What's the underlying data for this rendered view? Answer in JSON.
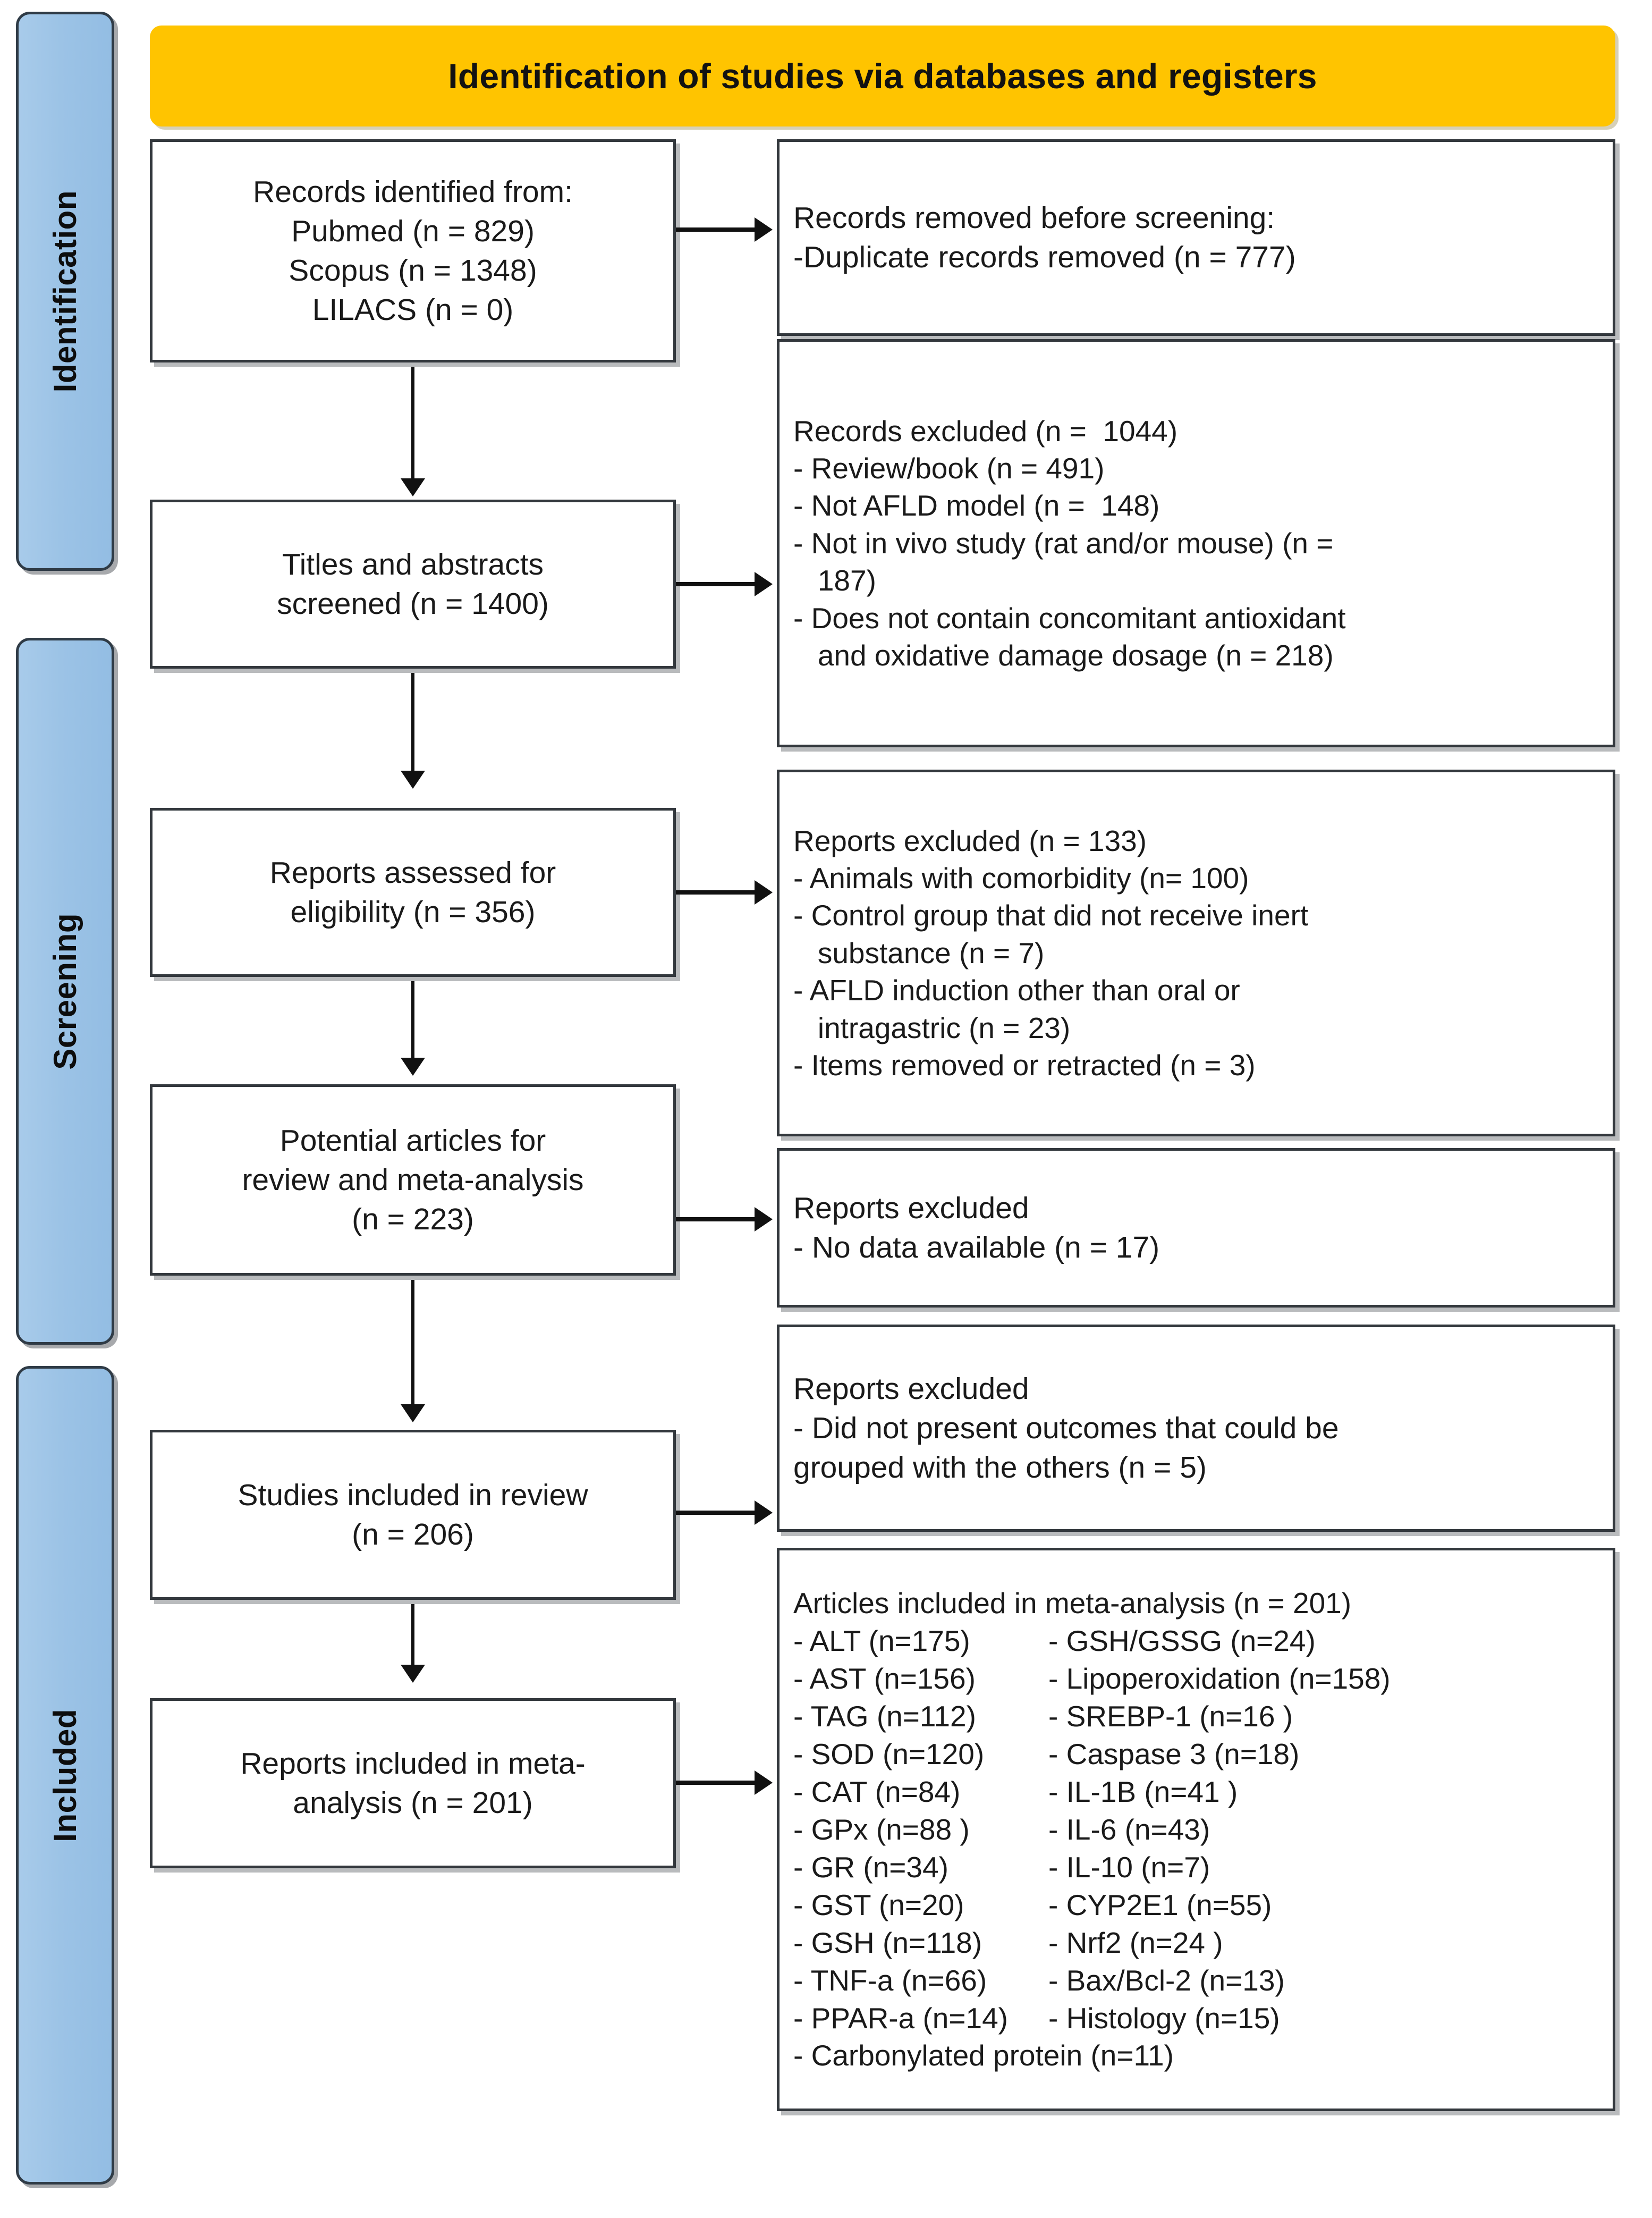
{
  "diagram": {
    "type": "prisma-flow-diagram",
    "banner": {
      "title": "Identification of studies via databases and registers"
    },
    "colors": {
      "banner_background": "#FFC400",
      "stage_bar_background": "#9CC3E6",
      "box_border": "#33383D",
      "text": "#1A1A1A"
    },
    "stages": [
      {
        "key": "identification",
        "label": "Identification"
      },
      {
        "key": "screening",
        "label": "Screening"
      },
      {
        "key": "included",
        "label": "Included"
      }
    ],
    "left_boxes": [
      {
        "key": "records-identified",
        "lines": [
          "Records identified from:",
          "Pubmed (n = 829)",
          "Scopus (n = 1348)",
          "LILACS (n = 0)"
        ]
      },
      {
        "key": "titles-abstracts-screened",
        "lines": [
          "Titles and abstracts",
          "screened (n = 1400)"
        ]
      },
      {
        "key": "reports-assessed-eligibility",
        "lines": [
          "Reports assessed for",
          "eligibility (n = 356)"
        ]
      },
      {
        "key": "potential-articles",
        "lines": [
          "Potential articles for",
          "review and meta-analysis",
          "(n = 223)"
        ]
      },
      {
        "key": "studies-included-review",
        "lines": [
          "Studies included in review",
          "(n = 206)"
        ]
      },
      {
        "key": "reports-included-meta",
        "lines": [
          "Reports included in meta-",
          "analysis (n = 201)"
        ]
      }
    ],
    "right_boxes": [
      {
        "key": "records-removed-before-screening",
        "lines": [
          "Records removed before screening:",
          "-Duplicate records removed (n = 777)"
        ]
      },
      {
        "key": "records-excluded",
        "lines": [
          "Records excluded (n =  1044)",
          "- Review/book (n = 491)",
          "- Not AFLD model (n =  148)",
          "- Not in vivo study (rat and/or mouse) (n =",
          "   187)",
          "- Does not contain concomitant antioxidant",
          "   and oxidative damage dosage (n = 218)"
        ]
      },
      {
        "key": "reports-excluded-133",
        "lines": [
          "Reports excluded (n = 133)",
          "- Animals with comorbidity (n= 100)",
          "- Control group that did not receive inert",
          "   substance (n = 7)",
          "- AFLD induction other than oral or",
          "   intragastric (n = 23)",
          "- Items removed or retracted (n = 3)"
        ]
      },
      {
        "key": "reports-excluded-no-data",
        "lines": [
          "Reports excluded",
          "- No data available (n = 17)"
        ]
      },
      {
        "key": "reports-excluded-outcomes",
        "lines": [
          "Reports excluded",
          "- Did not present outcomes that could be",
          "grouped with the others (n = 5)"
        ]
      }
    ],
    "meta_analysis_box": {
      "key": "articles-included-meta-analysis",
      "heading": "Articles included in meta-analysis (n = 201)",
      "metrics": [
        {
          "left": "- ALT (n=175)",
          "right": "- GSH/GSSG (n=24)"
        },
        {
          "left": "- AST (n=156)",
          "right": "- Lipoperoxidation (n=158)"
        },
        {
          "left": "- TAG (n=112)",
          "right": "- SREBP-1 (n=16 )"
        },
        {
          "left": "- SOD (n=120)",
          "right": " - Caspase 3 (n=18)"
        },
        {
          "left": "- CAT (n=84)",
          "right": "- IL-1B (n=41 )"
        },
        {
          "left": "- GPx (n=88 )",
          "right": "- IL-6 (n=43)"
        },
        {
          "left": "- GR (n=34)",
          "right": "- IL-10 (n=7)"
        },
        {
          "left": "- GST (n=20)",
          "right": "- CYP2E1 (n=55)"
        },
        {
          "left": "- GSH (n=118)",
          "right": " - Nrf2 (n=24 )"
        },
        {
          "left": "- TNF-a (n=66)",
          "right": " - Bax/Bcl-2 (n=13)"
        },
        {
          "left": "- PPAR-a (n=14)",
          "right": "- Histology (n=15)"
        }
      ],
      "footer": "- Carbonylated protein (n=11)"
    }
  }
}
